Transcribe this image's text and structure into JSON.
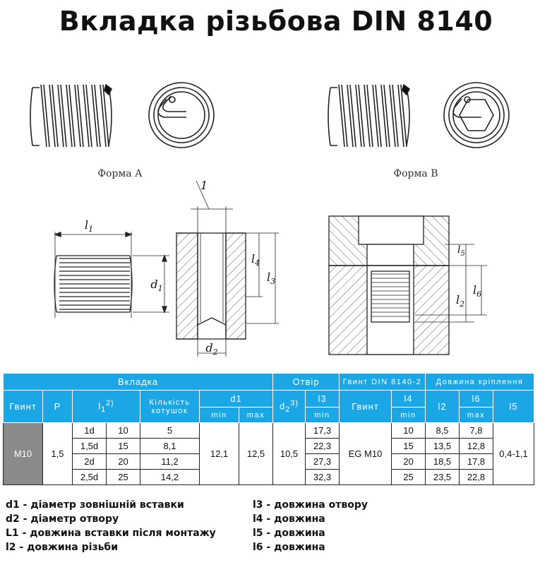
{
  "title": "Вкладка різьбова DIN 8140",
  "figure": {
    "caption_a": "Форма А",
    "caption_b": "Форма В",
    "label_item": "1",
    "label_l1": "l",
    "label_l1_sub": "1",
    "label_d1": "d",
    "label_d1_sub": "1",
    "label_d2": "d",
    "label_d2_sub": "2",
    "label_l3": "l",
    "label_l3_sub": "3",
    "label_l4": "l",
    "label_l4_sub": "4",
    "label_l2": "l",
    "label_l2_sub": "2",
    "label_l5": "l",
    "label_l5_sub": "5",
    "label_l6": "l",
    "label_l6_sub": "6"
  },
  "table": {
    "group_insert": "Вкладка",
    "group_hole": "Отвір",
    "group_screw": "Гвинт DIN 8140-2",
    "group_length": "Довжина кріплення",
    "h_screw": "Гвинт",
    "h_p": "P",
    "h_l1": "l",
    "h_l1_sub": "1",
    "h_l1_sup": "2)",
    "h_coils": "Кількість котушок",
    "h_d1": "d1",
    "h_min": "min",
    "h_max": "max",
    "h_d2": "d",
    "h_d2_sub": "2",
    "h_d2_sup": "3)",
    "h_l3": "l3",
    "h_screw2": "Гвинт",
    "h_l4": "l4",
    "h_l2": "l2",
    "h_l6": "l6",
    "h_l5": "l5",
    "size": "M10",
    "pitch": "1,5",
    "d1_min": "12,1",
    "d1_max": "12,5",
    "d2": "10,5",
    "screw": "EG M10",
    "l5": "0,4-1,1",
    "rows": [
      {
        "mult": "1d",
        "l1": "10",
        "coils": "5",
        "l3": "17,3",
        "l4": "10",
        "l2": "8,5",
        "l6": "7,8"
      },
      {
        "mult": "1,5d",
        "l1": "15",
        "coils": "8,1",
        "l3": "22,3",
        "l4": "15",
        "l2": "13,5",
        "l6": "12,8"
      },
      {
        "mult": "2d",
        "l1": "20",
        "coils": "11,2",
        "l3": "27,3",
        "l4": "20",
        "l2": "18,5",
        "l6": "17,8"
      },
      {
        "mult": "2,5d",
        "l1": "25",
        "coils": "14,2",
        "l3": "32,3",
        "l4": "25",
        "l2": "23,5",
        "l6": "22,8"
      }
    ]
  },
  "legend": {
    "left": [
      "d1 - діаметр зовнішній вставки",
      "d2 - діаметр отвору",
      "L1 - довжина вставки після монтажу",
      "l2 - довжина різьби"
    ],
    "right": [
      "l3 - довжина отвору",
      "l4 - довжина",
      "l5 - довжина",
      "l6 - довжина"
    ]
  },
  "colors": {
    "header_blue": "#1ba6e6",
    "size_gray": "#8a8a8a"
  }
}
